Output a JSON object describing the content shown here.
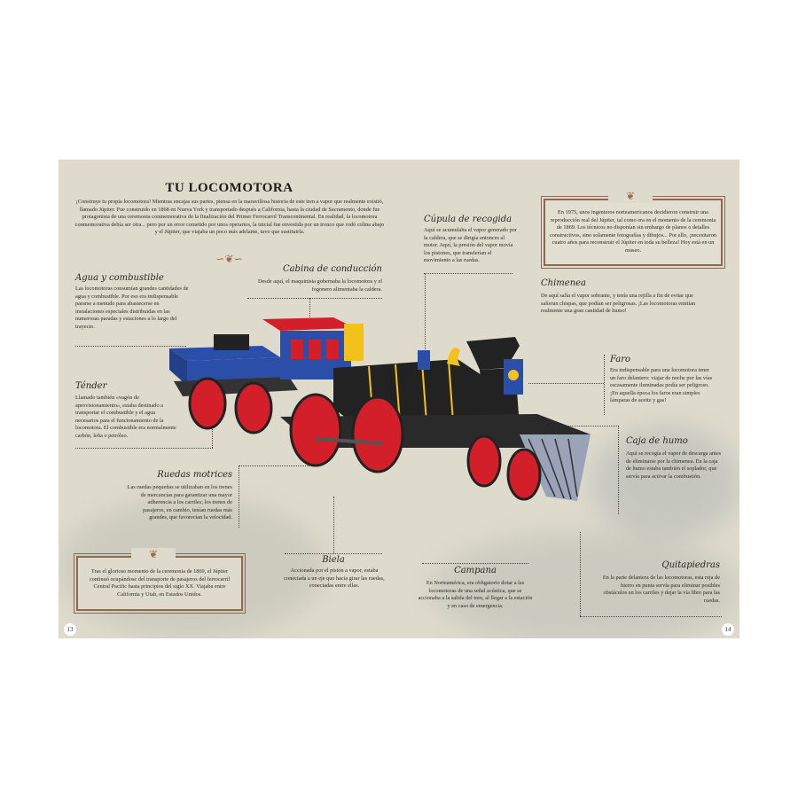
{
  "title": "TU LOCOMOTORA",
  "intro": "¡Construye tu propia locomotora! Mientras encajas sus partes, piensa en la maravillosa historia de este tren a vapor que realmente existió, llamado Júpiter. Fue construido en 1868 en Nueva York y transportado después a California, hasta la ciudad de Sacramento, donde fue protagonista de una ceremonia conmemorativa de la finalización del Primer Ferrocarril Transcontinental. En realidad, la locomotora conmemorativa debía ser otra... pero por un error cometido por unos operarios, la inicial fue envestida por un tronco que rodó colina abajo y el Júpiter, que viajaba un poco más adelante, tuvo que sustituirla.",
  "sections": {
    "agua": {
      "heading": "Agua y combustible",
      "text": "Las locomotoras consumían grandes cantidades de agua y combustible. Por eso era indispensable pararse a menudo para abastecerse en instalaciones especiales distribuidas en las numerosas paradas y estaciones a lo largo del trayecto."
    },
    "cabina": {
      "heading": "Cabina de conducción",
      "text": "Desde aquí, el maquinista gobernaba la locomotora y el fogonero alimentaba la caldera."
    },
    "cupula": {
      "heading": "Cúpula de recogida",
      "text": "Aquí se acumulaba el vapor generado por la caldera, que se dirigía entonces al motor. Aquí, la presión del vapor movía los pistones, que transferían el movimiento a las ruedas."
    },
    "chimenea": {
      "heading": "Chimenea",
      "text": "De aquí salía el vapor sobrante, y tenía una rejilla a fin de evitar que salieran chispas, que podían ser peligrosas. ¡Las locomotoras emitían realmente una gran cantidad de humo!"
    },
    "faro": {
      "heading": "Faro",
      "text": "Era indispensable para una locomotora tener un faro delantero: viajar de noche por las vías escasamente iluminadas podía ser peligroso. ¡En aquella época los faros eran simples lámparas de aceite y gas!"
    },
    "caja": {
      "heading": "Caja de humo",
      "text": "Aquí se recogía el vapor de descarga antes de eliminarse por la chimenea. En la caja de humo estaba también el soplador, que servía para activar la combustión."
    },
    "tender": {
      "heading": "Ténder",
      "text": "Llamado también «vagón de aprovisionamiento», estaba destinado a transportar el combustible y el agua necesarios para el funcionamiento de la locomotora. El combustible era normalmente carbón, leña o petróleo."
    },
    "ruedas": {
      "heading": "Ruedas motrices",
      "text": "Las ruedas pequeñas se utilizaban en los trenes de mercancías para garantizar una mayor adherencia a los carriles; los trenes de pasajeros, en cambio, tenían ruedas más grandes, que favorecían la velocidad."
    },
    "biela": {
      "heading": "Biela",
      "text": "Accionada por el pistón a vapor, estaba conectada a un eje que hacía girar las ruedas, conectadas entre ellas."
    },
    "campana": {
      "heading": "Campana",
      "text": "En Norteamérica, era obligatorio dotar a las locomotoras de una señal acústica, que se accionaba a la salida del tren, al llegar a la estación y en caso de emergencia."
    },
    "quitapiedras": {
      "heading": "Quitapiedras",
      "text": "En la parte delantera de las locomotoras, esta reja de hierro en punta servía para eliminar posibles obstáculos en los carriles y dejar la vía libre para las ruedas."
    }
  },
  "box_right": "En 1975, unos ingenieros norteamericanos decidieron construir una reproducción real del Júpiter, tal como era en el momento de la ceremonia de 1869. Los técnicos no disponían sin embargo de planos o detalles constructivos, sino solamente fotografías y dibujos... Por ello, ¡necesitaron cuatro años para reconstruir el Júpiter en toda su belleza! Hoy está en un museo.",
  "box_left": "Tras el glorioso momento de la ceremonia de 1869, el Júpiter continuó ocupándose del transporte de pasajeros del ferrocarril Central Pacific hasta principios del siglo XX. Viajaba entre California y Utah, en Estados Unidos.",
  "page_left": "13",
  "page_right": "14",
  "colors": {
    "paper": "#dedbcc",
    "frame": "#8a6a52",
    "train_red": "#d21f2a",
    "train_blue": "#2b4fa8",
    "train_black": "#222222",
    "train_yellow": "#f2c21b"
  }
}
